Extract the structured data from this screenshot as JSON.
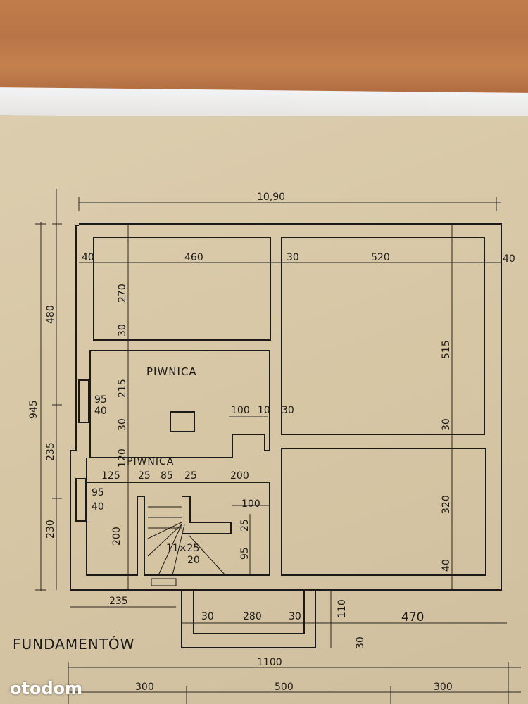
{
  "plan": {
    "title": "FUNDAMENTÓW",
    "rooms": [
      "PIWNICA",
      "PIWNICA"
    ],
    "dimensions": {
      "overall_top": "10,90",
      "overall_bottom": "1100",
      "bottom_segments": [
        "300",
        "500",
        "300"
      ],
      "left_total": "945",
      "left_segments": [
        "480",
        "235",
        "230"
      ],
      "top_row": [
        "40",
        "460",
        "30",
        "520",
        "40"
      ],
      "inner": [
        "270",
        "30",
        "215",
        "95",
        "40",
        "30",
        "100",
        "10",
        "30",
        "515",
        "30",
        "120",
        "125",
        "25",
        "85",
        "25",
        "200",
        "95",
        "40",
        "100",
        "200",
        "25",
        "95",
        "320",
        "40",
        "235",
        "30",
        "280",
        "30",
        "110",
        "470",
        "30"
      ],
      "stairs": [
        "11×25",
        "20"
      ]
    }
  },
  "watermark": "otodom"
}
